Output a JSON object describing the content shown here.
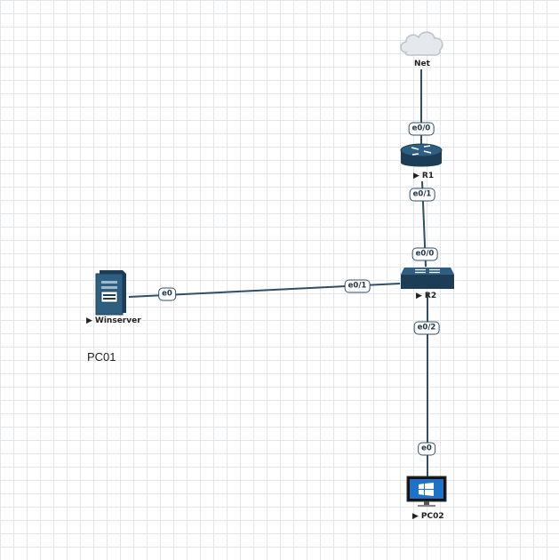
{
  "colors": {
    "link": "#2e4f66",
    "device": "#2f5f80",
    "device_dark": "#1c3d55",
    "cloud": "#e5e9ee",
    "windows_blue": "#1e73c8"
  },
  "nodes": {
    "net": {
      "label": "Net",
      "icon": "cloud-icon"
    },
    "r1": {
      "label": "R1",
      "icon": "router-icon"
    },
    "r2": {
      "label": "R2",
      "icon": "switch-icon"
    },
    "winserver": {
      "label": "Winserver",
      "icon": "server-icon"
    },
    "pc02": {
      "label": "PC02",
      "icon": "desktop-icon"
    }
  },
  "ports": {
    "r1_e0_0": "e0/0",
    "r1_e0_1": "e0/1",
    "r2_e0_0": "e0/0",
    "r2_e0_1": "e0/1",
    "r2_e0_2": "e0/2",
    "winserver_e0": "e0",
    "pc02_e0": "e0"
  },
  "text_objects": {
    "pc01": "PC01"
  }
}
